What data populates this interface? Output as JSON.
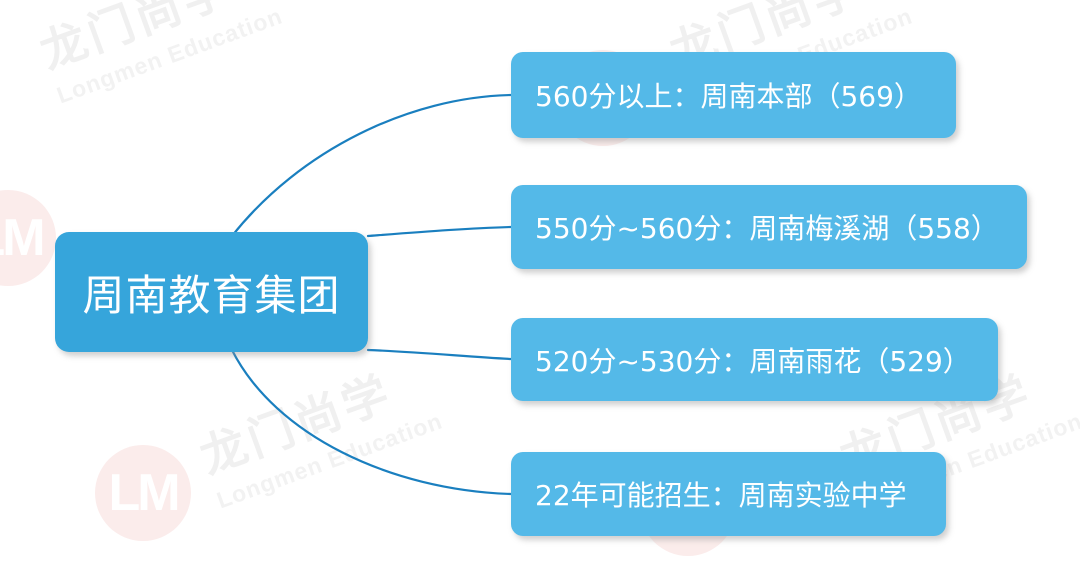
{
  "diagram": {
    "type": "mind-map",
    "title": "周南教育集团",
    "root": {
      "label": "周南教育集团"
    },
    "branches": [
      {
        "label": "560分以上：周南本部（569）",
        "score_range": "560分以上",
        "school": "周南本部",
        "score": "569"
      },
      {
        "label": "550分~560分：周南梅溪湖（558）",
        "score_range": "550分~560分",
        "school": "周南梅溪湖",
        "score": "558"
      },
      {
        "label": "520分~530分：周南雨花（529）",
        "score_range": "520分~530分",
        "school": "周南雨花",
        "score": "529"
      },
      {
        "label": "22年可能招生：周南实验中学",
        "score_range": "22年可能招生",
        "school": "周南实验中学",
        "score": ""
      }
    ],
    "colors": {
      "root_fill": "#36a5db",
      "leaf_fill": "#54b9e8",
      "connector": "#1a7fbf",
      "text": "#ffffff",
      "background": "#ffffff"
    }
  },
  "watermark": {
    "cn_text": "龙门尚学",
    "en_text": "Longmen Education",
    "logo_text": "LM"
  }
}
